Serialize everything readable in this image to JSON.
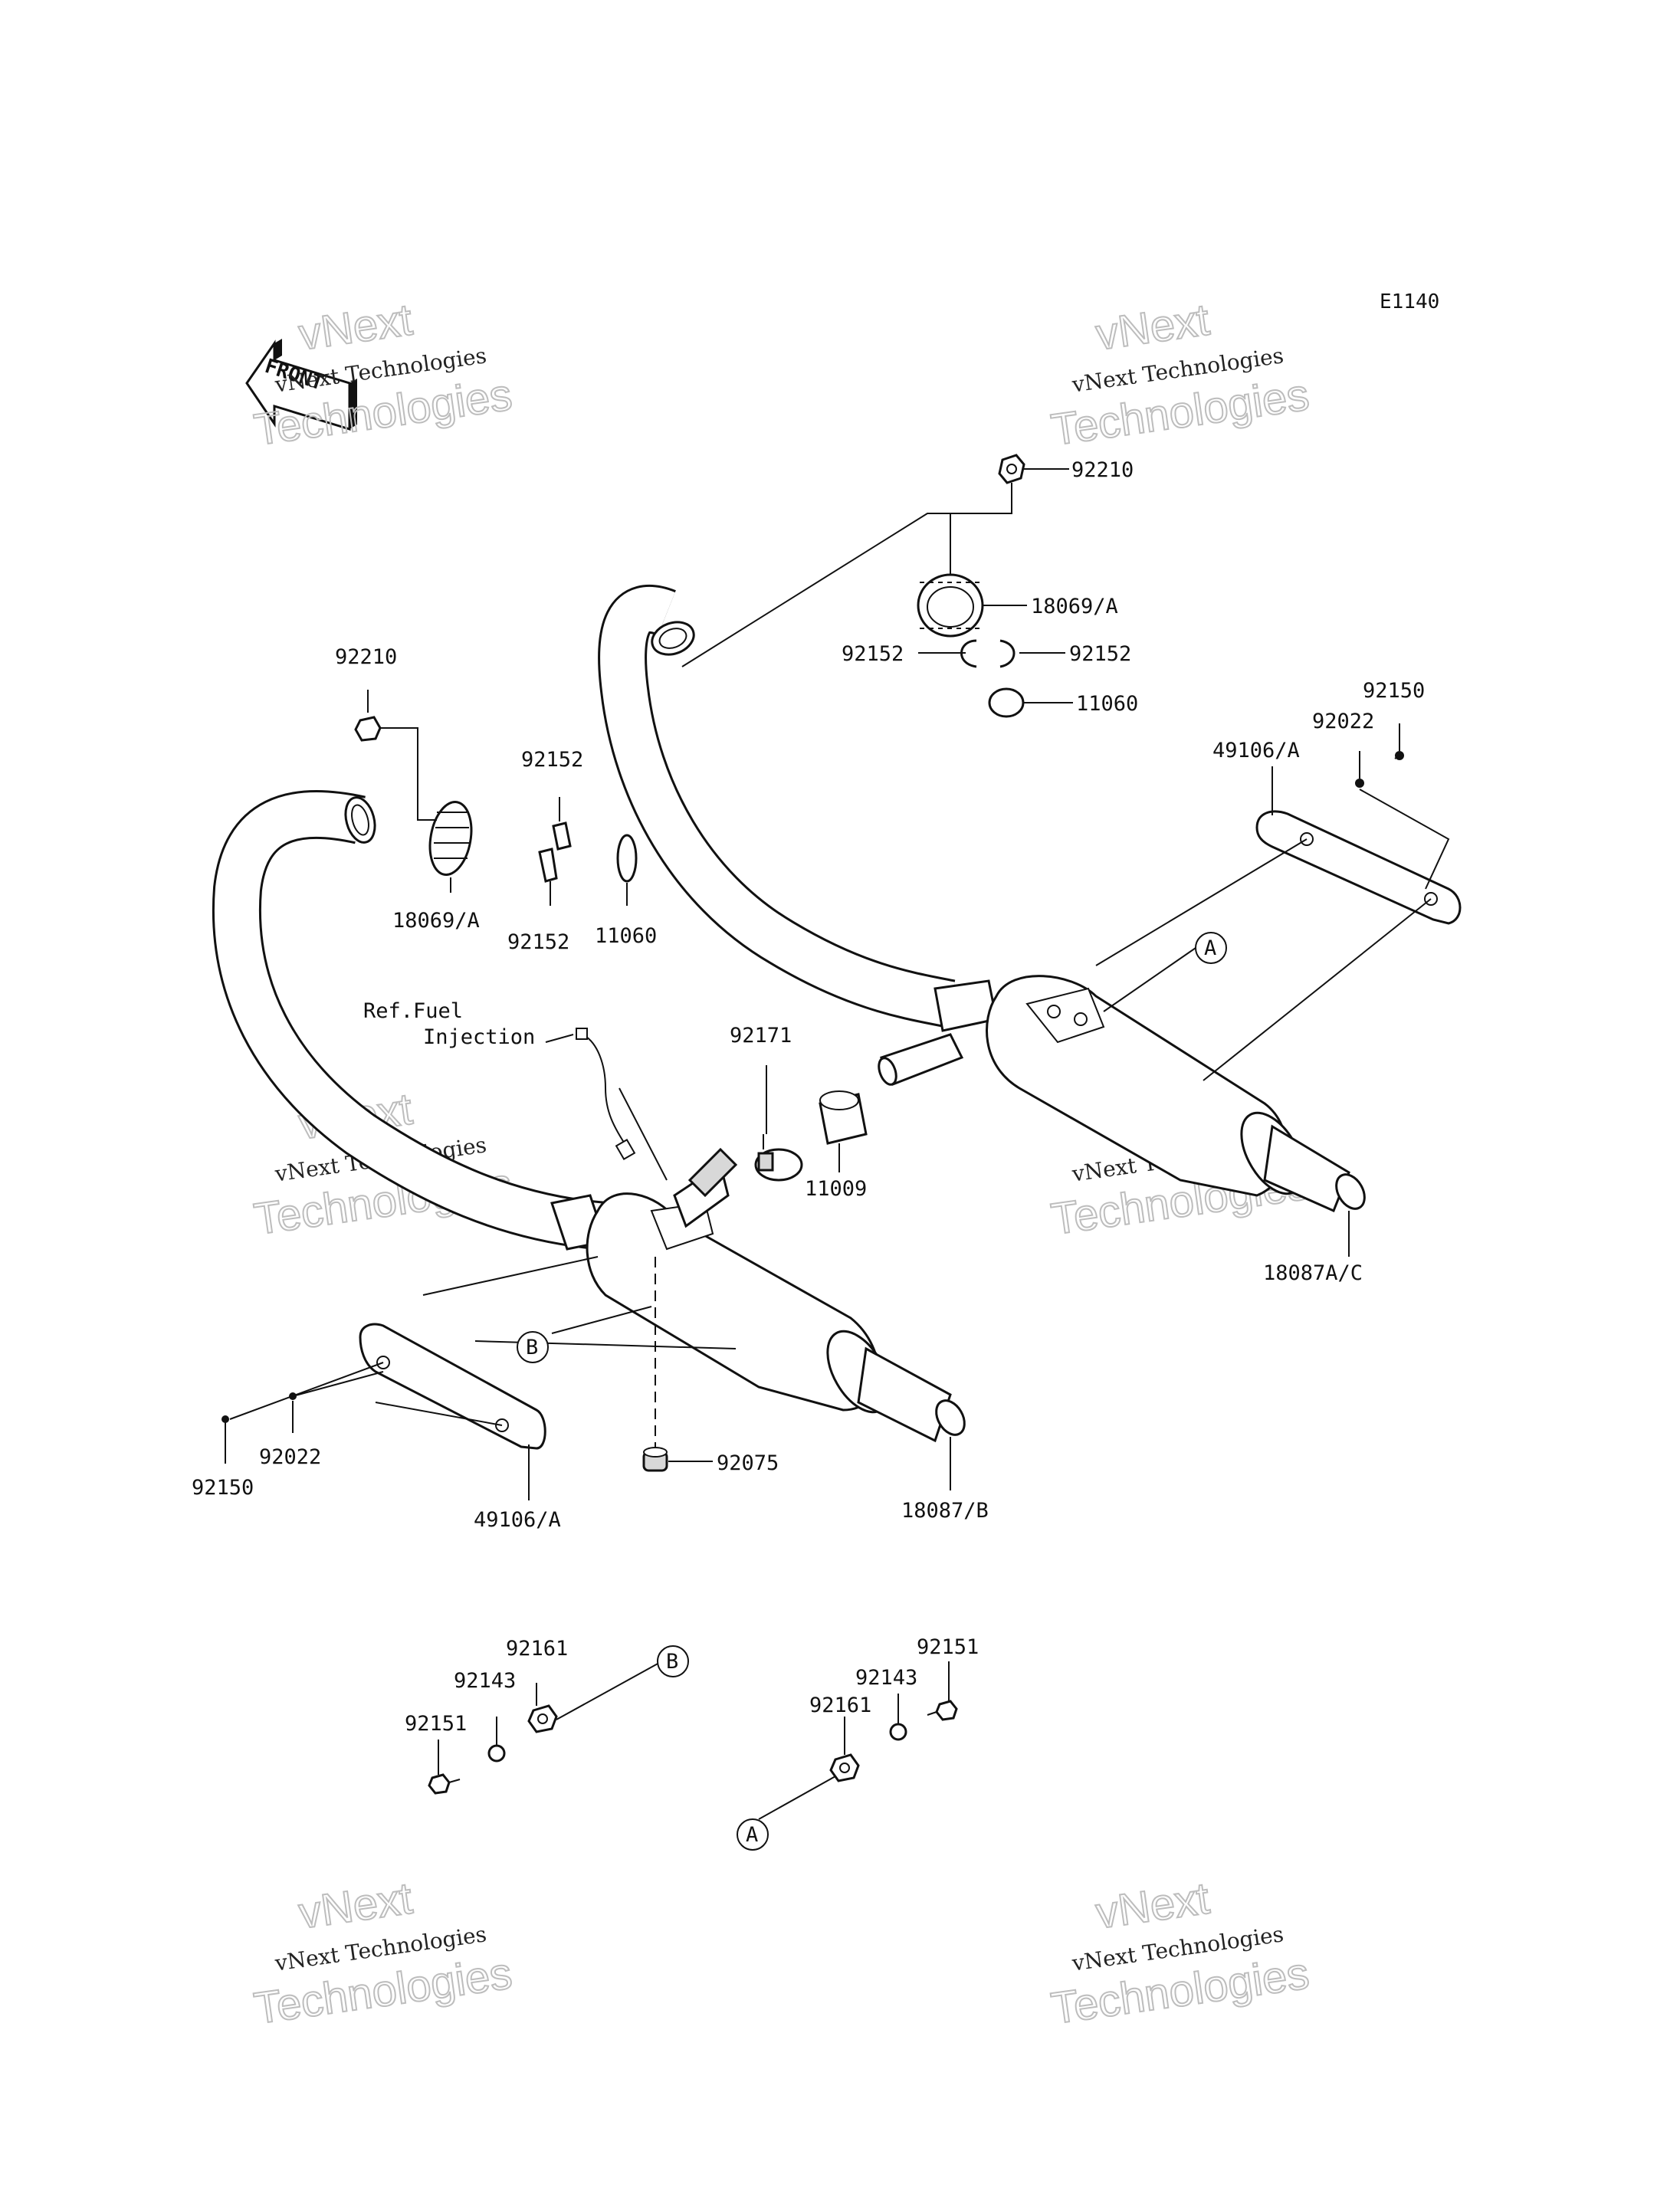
{
  "diagram_code": "E1140",
  "front_label": "FRONT",
  "ref_label": {
    "line1": "Ref.Fuel",
    "line2": "Injection"
  },
  "callout_letters": {
    "a": "A",
    "b": "B"
  },
  "watermark": {
    "line1": "vNext",
    "line2": "vNext Technologies",
    "line3": "Technologies"
  },
  "parts": {
    "p92210_top": "92210",
    "p18069A_top": "18069/A",
    "p92152_top_left": "92152",
    "p92152_top_right": "92152",
    "p11060_top": "11060",
    "p92150_right": "92150",
    "p92022_right": "92022",
    "p49106A_right": "49106/A",
    "p92210_left": "92210",
    "p92152_left_top": "92152",
    "p18069A_left": "18069/A",
    "p92152_left_bottom": "92152",
    "p11060_left": "11060",
    "p92171": "92171",
    "p11009": "11009",
    "p18087AC": "18087A/C",
    "p92150_left": "92150",
    "p92022_left": "92022",
    "p49106A_left": "49106/A",
    "p92075": "92075",
    "p18087B": "18087/B",
    "p92161_b": "92161",
    "p92143_b": "92143",
    "p92151_b": "92151",
    "p92151_a": "92151",
    "p92143_a": "92143",
    "p92161_a": "92161"
  }
}
